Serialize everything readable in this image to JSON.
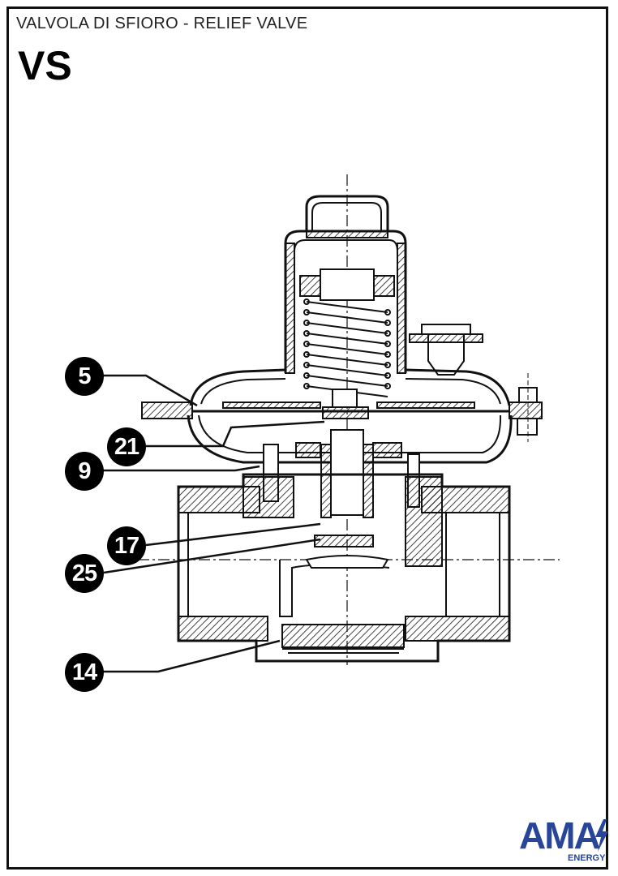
{
  "header": {
    "subtitle": "VALVOLA DI SFIORO - RELIEF VALVE",
    "code": "VS"
  },
  "callouts": [
    {
      "id": "5"
    },
    {
      "id": "21"
    },
    {
      "id": "9"
    },
    {
      "id": "17"
    },
    {
      "id": "25"
    },
    {
      "id": "14"
    }
  ],
  "logo": {
    "text": "AMA",
    "sub": "ENERGY",
    "color": "#27469a"
  }
}
